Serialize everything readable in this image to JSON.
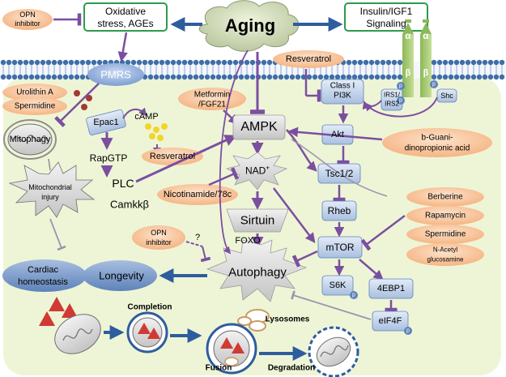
{
  "top": {
    "aging": "Aging",
    "oxidative": [
      "Oxidative",
      "stress, AGEs"
    ],
    "insulin": [
      "Insulin/IGF1",
      "Signaling"
    ],
    "opn_top": [
      "OPN",
      "inhibitor"
    ],
    "pmrs": "PMRS"
  },
  "membrane": {
    "resveratrol_top": "Resveratrol",
    "class1": [
      "Class I",
      "PI3K"
    ],
    "irs": [
      "IRS1/",
      "IRS2"
    ],
    "shc": "Shc",
    "alpha": "α",
    "beta": "β",
    "p": "p"
  },
  "left": {
    "urolithin": "Urolithin A",
    "spermidine": "Spermidine",
    "mitophagy": "Mitophagy",
    "mito_injury": [
      "Mitochondrial",
      "injury"
    ],
    "epac1": "Epac1",
    "camp": "cAMP",
    "rapgtp": "RapGTP",
    "resveratrol_mid": "Resveratrol",
    "plc": "PLC",
    "camkkb": "Camkkβ",
    "cardiac": [
      "Cardiac",
      "homeostasis"
    ],
    "longevity": "Longevity"
  },
  "center": {
    "metformin": [
      "Metformin",
      "/FGF21"
    ],
    "ampk": "AMPK",
    "nad": "NAD",
    "nad_sup": "+",
    "nicotinamide": "Nicotinamide/78c",
    "sirtuin": "Sirtuin",
    "opn_mid": [
      "OPN",
      "inhibitor"
    ],
    "question": "?",
    "foxo": "FOXO",
    "autophagy": "Autophagy"
  },
  "right": {
    "akt": "Akt",
    "tsc": "Tsc1/2",
    "rheb": "Rheb",
    "mtor": "mTOR",
    "s6k": "S6K",
    "ebp": "4EBP1",
    "eif4f": "eIF4F",
    "guanidino": [
      "b-Guani-",
      "dinopropionic acid"
    ],
    "berberine": "Berberine",
    "rapamycin": "Rapamycin",
    "spermidine": "Spermidine",
    "nacetyl": [
      "N-Acetyl",
      "glucosamine"
    ]
  },
  "bottom": {
    "completion": "Completion",
    "lysosomes": "Lysosomes",
    "fusion": "Fusion",
    "degradation": "Degradation"
  },
  "colors": {
    "purple": "#7B4FA0",
    "blue_arrow": "#2E5C9E",
    "green": "#2E9B4A",
    "orange_fill": "#F8C9A0",
    "cell_fill": "#EEF5D6",
    "membrane": "#3F6EA8"
  }
}
